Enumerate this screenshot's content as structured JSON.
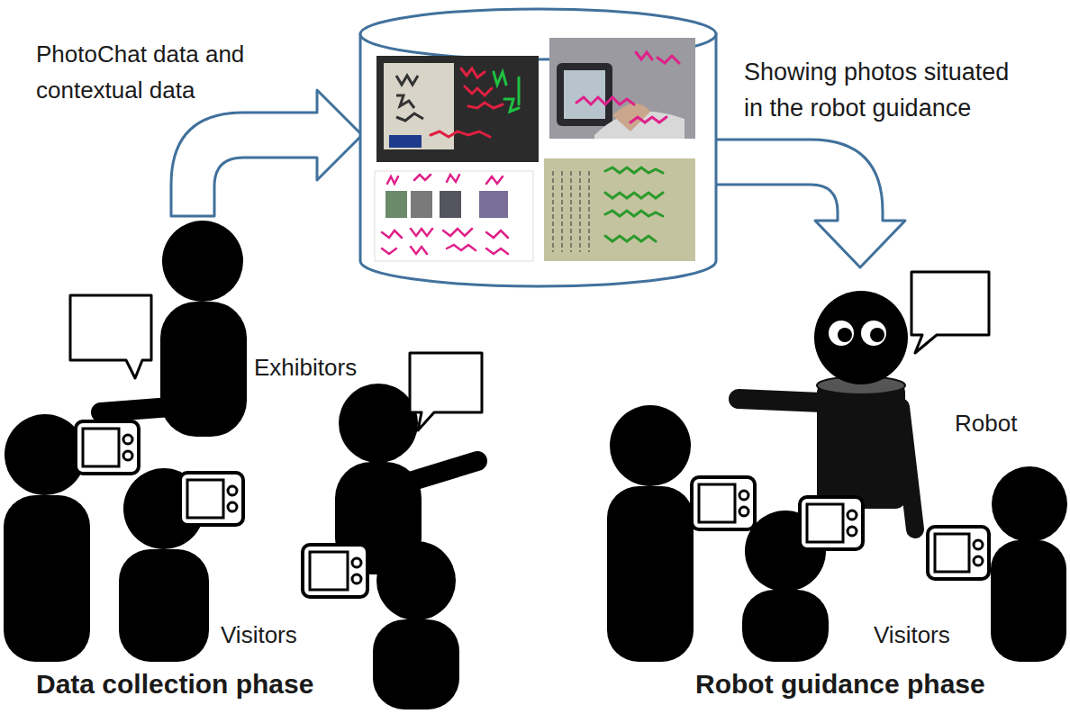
{
  "diagram": {
    "labels": [
      "PhotoChat data and contextual data",
      "Showing photos situated in the robot guidance",
      "Exhibitors",
      "Robot",
      "Visitors",
      "Visitors",
      "Data collection phase",
      "Robot guidance phase"
    ]
  }
}
